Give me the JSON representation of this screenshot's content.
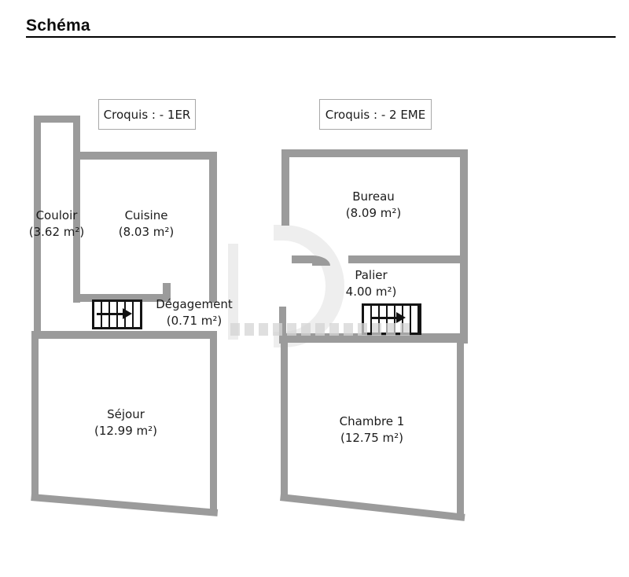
{
  "title": "Schéma",
  "plans": [
    {
      "croquis": "Croquis : - 1ER",
      "rooms": [
        {
          "name": "Couloir",
          "area": "(3.62 m²)"
        },
        {
          "name": "Cuisine",
          "area": "(8.03 m²)"
        },
        {
          "name": "Dégagement",
          "area": "(0.71 m²)"
        },
        {
          "name": "Séjour",
          "area": "(12.99 m²)"
        }
      ]
    },
    {
      "croquis": "Croquis : - 2 EME",
      "rooms": [
        {
          "name": "Bureau",
          "area": "(8.09 m²)"
        },
        {
          "name": "Palier",
          "area": "4.00 m²)"
        },
        {
          "name": "Chambre 1",
          "area": "(12.75 m²)"
        }
      ]
    }
  ],
  "colors": {
    "wall": "#9b9b9b",
    "stairs": "#141414",
    "text": "#1b1b1b",
    "rule": "#000000",
    "box_border": "#a8a8a8",
    "watermark": "#ededed"
  }
}
